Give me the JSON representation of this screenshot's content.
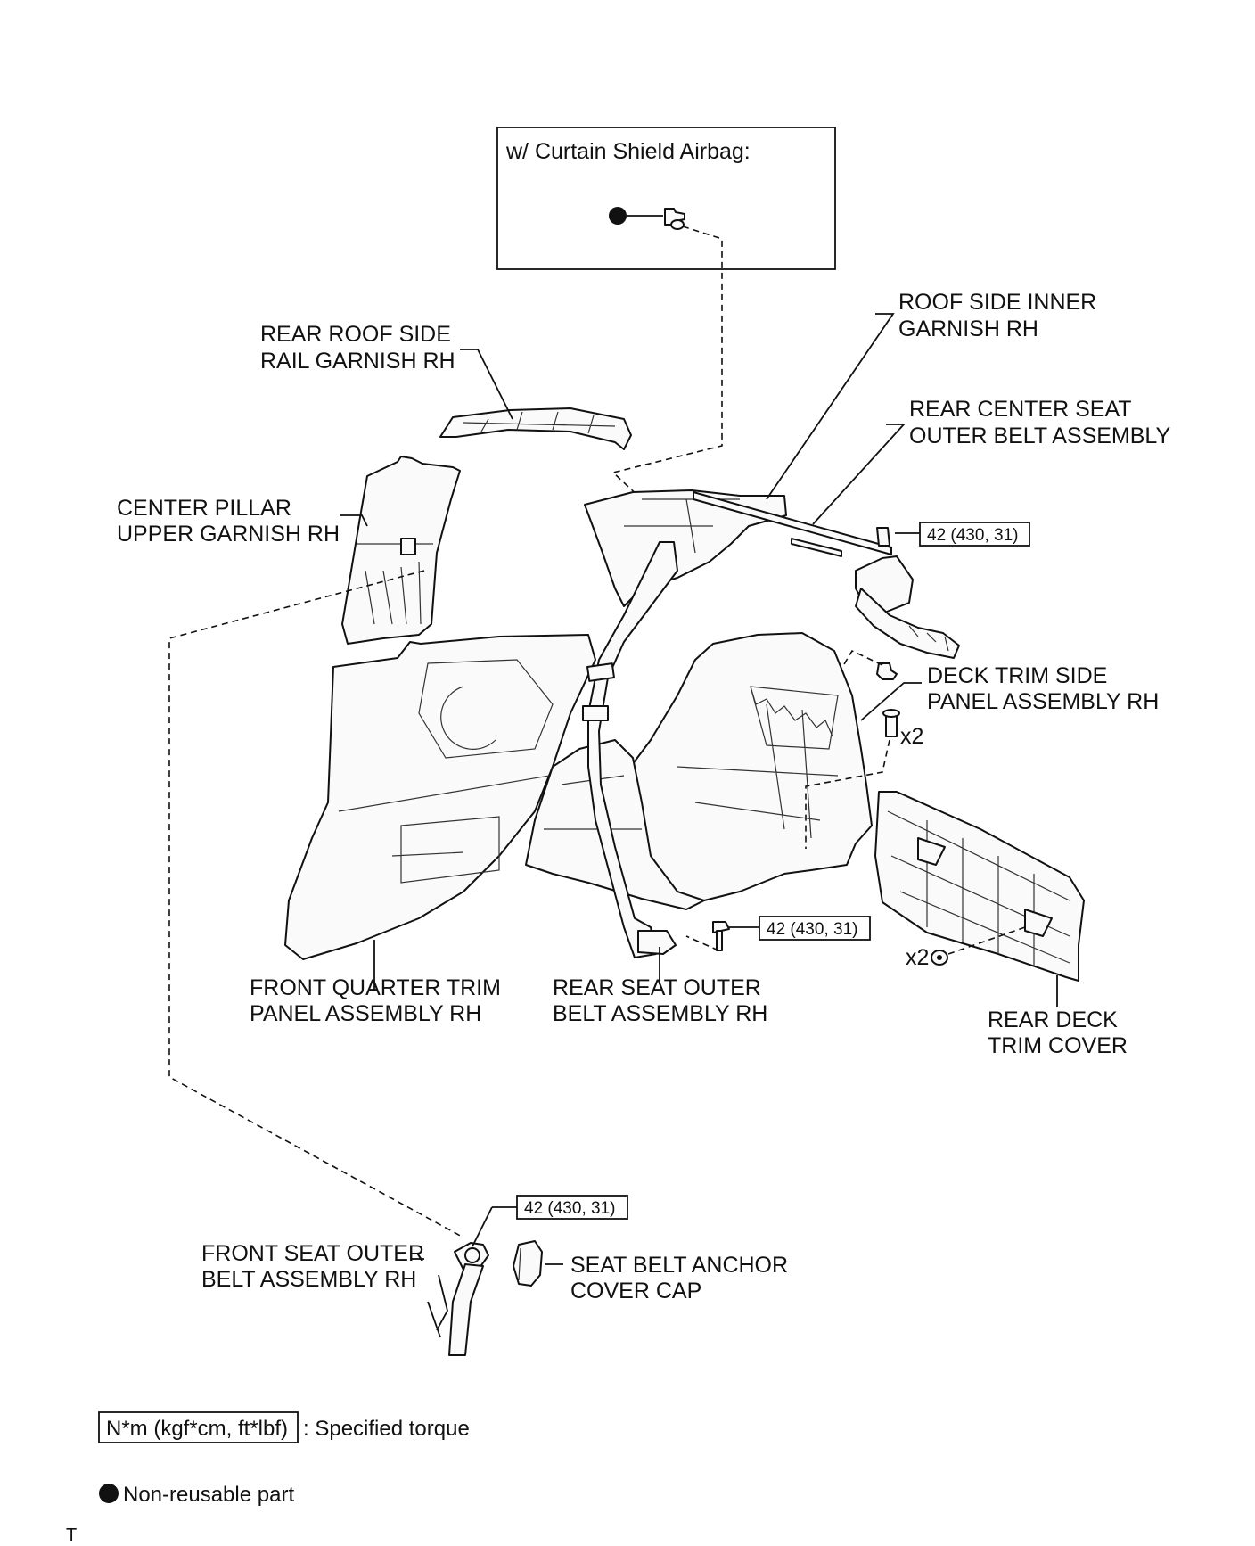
{
  "inset": {
    "title": "w/ Curtain Shield Airbag:"
  },
  "labels": {
    "roof_side_inner_garnish": [
      "ROOF SIDE INNER",
      "GARNISH RH"
    ],
    "rear_roof_side_rail_garnish": [
      "REAR ROOF SIDE",
      "RAIL GARNISH RH"
    ],
    "rear_center_seat_outer_belt": [
      "REAR CENTER SEAT",
      "OUTER BELT ASSEMBLY"
    ],
    "center_pillar_upper_garnish": [
      "CENTER PILLAR",
      "UPPER GARNISH RH"
    ],
    "deck_trim_side_panel": [
      "DECK TRIM SIDE",
      "PANEL ASSEMBLY RH"
    ],
    "front_quarter_trim_panel": [
      "FRONT QUARTER TRIM",
      "PANEL ASSEMBLY RH"
    ],
    "rear_seat_outer_belt": [
      "REAR SEAT OUTER",
      "BELT ASSEMBLY RH"
    ],
    "rear_deck_trim_cover": [
      "REAR DECK",
      "TRIM COVER"
    ],
    "front_seat_outer_belt": [
      "FRONT SEAT OUTER",
      "BELT ASSEMBLY RH"
    ],
    "seat_belt_anchor_cover_cap": [
      "SEAT BELT ANCHOR",
      "COVER CAP"
    ]
  },
  "torque": {
    "rear_center_belt": "42 (430, 31)",
    "rear_seat_belt": "42 (430, 31)",
    "front_seat_belt": "42 (430, 31)"
  },
  "quantities": {
    "deck_side_clip": "x2",
    "rear_deck_clip": "x2"
  },
  "legend": {
    "torque_unit": "N*m (kgf*cm, ft*lbf)",
    "torque_desc": ": Specified torque",
    "nonreusable": "Non-reusable part"
  },
  "footer_mark": "T"
}
